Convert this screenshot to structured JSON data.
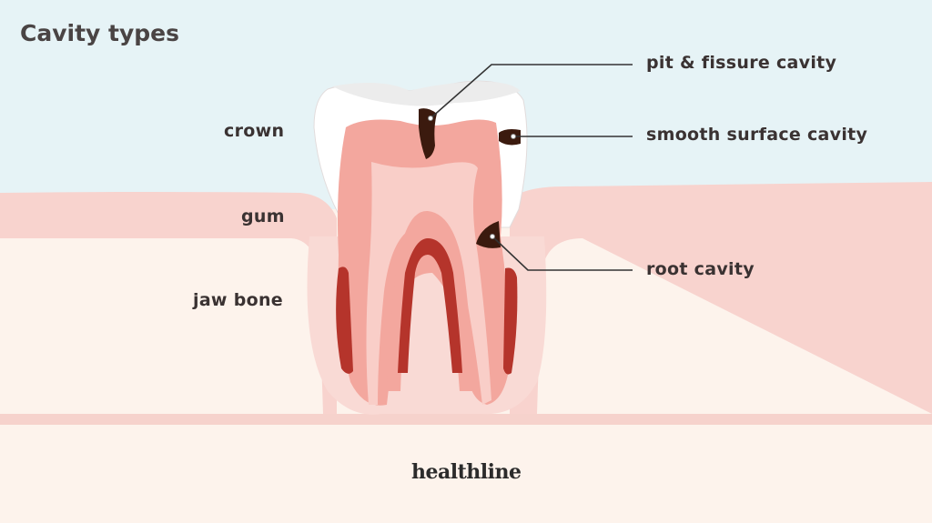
{
  "title": "Cavity types",
  "labels": {
    "crown": "crown",
    "gum": "gum",
    "jaw_bone": "jaw bone",
    "pit_fissure": "pit & fissure cavity",
    "smooth_surface": "smooth surface cavity",
    "root": "root cavity"
  },
  "logo": "healthline",
  "colors": {
    "sky": "#e6f3f6",
    "gum": "#f8d3ce",
    "bone": "#fdf3ec",
    "dentin": "#f3a79e",
    "pulp": "#f9cec8",
    "blood": "#b5342b",
    "decay": "#3b1a0e"
  }
}
